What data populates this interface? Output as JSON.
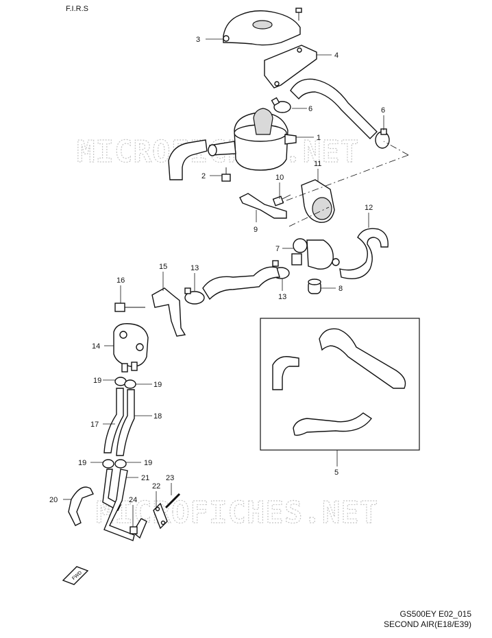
{
  "header_fragment": "F.I.R.S",
  "watermark": "MICROFICHES.NET",
  "fwd_label": "FWD",
  "footer": {
    "code": "GS500EY E02_015",
    "title": "SECOND AIR(E18/E39)"
  },
  "callouts": {
    "c1": "1",
    "c2": "2",
    "c3": "3",
    "c4": "4",
    "c5": "5",
    "c6a": "6",
    "c6b": "6",
    "c7": "7",
    "c8": "8",
    "c9": "9",
    "c10": "10",
    "c11": "11",
    "c12": "12",
    "c13a": "13",
    "c13b": "13",
    "c14": "14",
    "c15": "15",
    "c16": "16",
    "c17": "17",
    "c18": "18",
    "c19a": "19",
    "c19b": "19",
    "c19c": "19",
    "c19d": "19",
    "c20": "20",
    "c21": "21",
    "c22": "22",
    "c23": "23",
    "c24": "24"
  }
}
